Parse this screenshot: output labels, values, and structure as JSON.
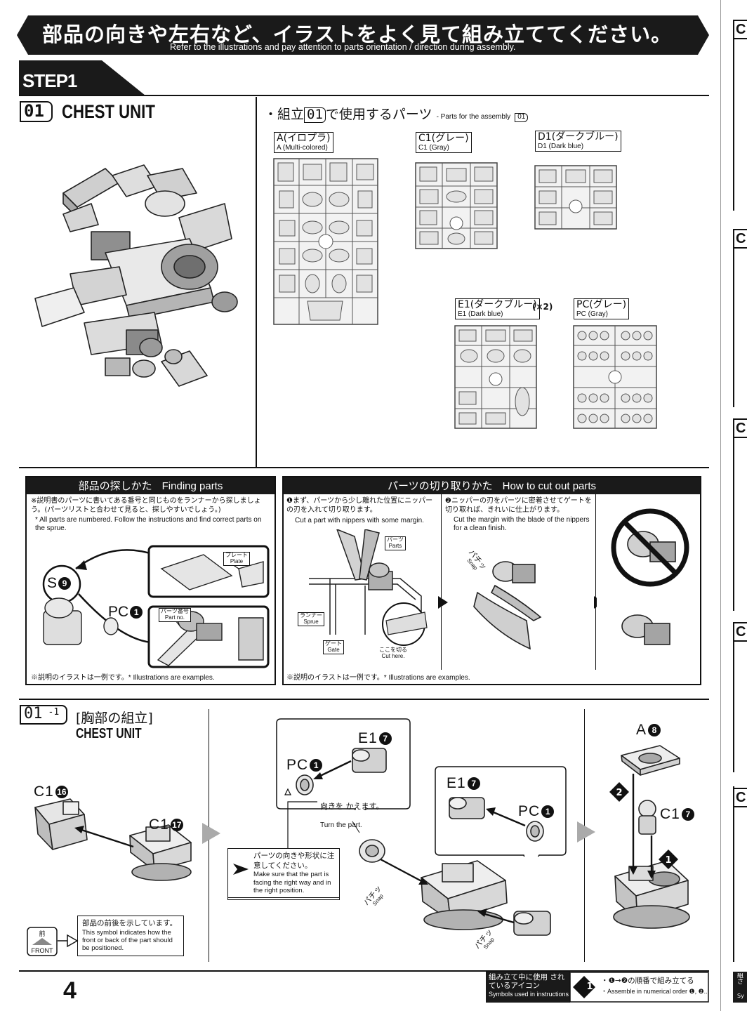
{
  "banner": {
    "ja": "部品の向きや左右など、イラストをよく見て組み立ててください。",
    "en": "Refer to the illustrations and pay attention to parts orientation / direction during assembly."
  },
  "step": {
    "label": "STEP1"
  },
  "section": {
    "number": "01",
    "title": "CHEST UNIT",
    "parts_heading": {
      "prefix": "・組立",
      "number": "01",
      "suffix": "で使用するパーツ",
      "en_prefix": "- Parts for the assembly",
      "en_number": "01"
    },
    "sprues": [
      {
        "ja": "A(イロプラ)",
        "en": "A (Multi-colored)",
        "qty": ""
      },
      {
        "ja": "C1(グレー)",
        "en": "C1 (Gray)",
        "qty": ""
      },
      {
        "ja": "D1(ダークブルー)",
        "en": "D1 (Dark blue)",
        "qty": ""
      },
      {
        "ja": "E1(ダークブルー)",
        "en": "E1 (Dark blue)",
        "qty": "(×2)"
      },
      {
        "ja": "PC(グレー)",
        "en": "PC (Gray)",
        "qty": ""
      }
    ]
  },
  "finding_parts": {
    "title_ja": "部品の探しかた",
    "title_en": "Finding parts",
    "note_ja": "※説明書のパーツに書いてある番号と同じものをランナーから探しましょう。(パーツリストと合わせて見ると、探しやすいでしょう。)",
    "note_en": "* All parts are numbered. Follow the instructions and find correct parts on the sprue.",
    "callouts": {
      "s9": "S",
      "s9_num": "9",
      "pc1": "PC",
      "pc1_num": "1",
      "plate_ja": "プレート",
      "plate_en": "Plate",
      "partno_ja": "パーツ番号",
      "partno_en": "Part no."
    },
    "footnote": "※説明のイラストは一例です。* Illustrations are examples."
  },
  "cutting": {
    "title_ja": "パーツの切り取りかた",
    "title_en": "How to cut out parts",
    "step1_ja": "❶まず、パーツから少し離れた位置にニッパーの刃を入れて切り取ります。",
    "step1_en": "Cut a part with nippers with some margin.",
    "step2_ja": "❷ニッパーの刃をパーツに密着させてゲートを切り取れば、きれいに仕上がります。",
    "step2_en": "Cut the margin with the blade of the nippers for a clean finish.",
    "labels": {
      "parts_ja": "パーツ",
      "parts_en": "Parts",
      "sprue_ja": "ランナー",
      "sprue_en": "Sprue",
      "gate_ja": "ゲート",
      "gate_en": "Gate",
      "cut_ja": "ここを切る",
      "cut_en": "Cut here.",
      "snap_ja": "パチッ",
      "snap_en": "Snap"
    },
    "footnote": "※説明のイラストは一例です。* Illustrations are examples."
  },
  "subsection": {
    "number": "01",
    "sub": "-1",
    "title_ja": "[胸部の組立]",
    "title_en": "CHEST UNIT",
    "labels": [
      {
        "part": "C1",
        "num": "16"
      },
      {
        "part": "C1",
        "num": "17"
      },
      {
        "part": "E1",
        "num": "7"
      },
      {
        "part": "PC",
        "num": "1"
      },
      {
        "part": "E1",
        "num": "7"
      },
      {
        "part": "PC",
        "num": "1"
      },
      {
        "part": "A",
        "num": "8"
      },
      {
        "part": "C1",
        "num": "7"
      }
    ],
    "turn_ja": "向きを かえます。",
    "turn_en": "Turn the part.",
    "orient_ja": "パーツの向きや形状に注意してください。",
    "orient_en": "Make sure that the part is facing the right way and in the right position.",
    "front_ja": "部品の前後を示しています。",
    "front_en": "This symbol indicates how the front or back of the part should be positioned.",
    "front_icon_ja": "前",
    "front_icon_en": "FRONT",
    "snap_ja": "パチッ",
    "snap_en": "Snap",
    "order": [
      "1",
      "2"
    ]
  },
  "footer": {
    "page": "4",
    "legend_title_ja": "組み立て中に使用 されているアイコン",
    "legend_title_en": "Symbols used in instructions",
    "legend_icon": "1",
    "legend_ja": "・❶→❷の順番で組み立てる",
    "legend_en": "・Assemble in numerical order ❶, ❷..."
  },
  "right_edge": {
    "tabs": [
      "C",
      "C",
      "C",
      "C",
      "C"
    ],
    "bottom_text_ja": "組\nさ",
    "bottom_text_en": "Sy"
  },
  "colors": {
    "ink": "#111111",
    "part_fill": "#d9d9d9",
    "part_dark": "#8a8a8a",
    "sprue_fill": "#e6e6e6"
  }
}
